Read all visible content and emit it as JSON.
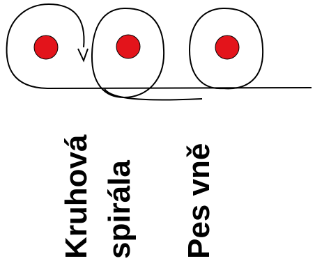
{
  "labels": {
    "circular_spiral_line1": "Kruhová",
    "circular_spiral_line2": "spirála",
    "dog_outside": "Pes vně"
  },
  "colors": {
    "stroke": "#000000",
    "dot": "#e3141b",
    "dot_outline": "#000000",
    "background": "#ffffff"
  },
  "icons": {
    "arrow": "arrowhead-down-icon",
    "marker": "red-dot-icon"
  }
}
